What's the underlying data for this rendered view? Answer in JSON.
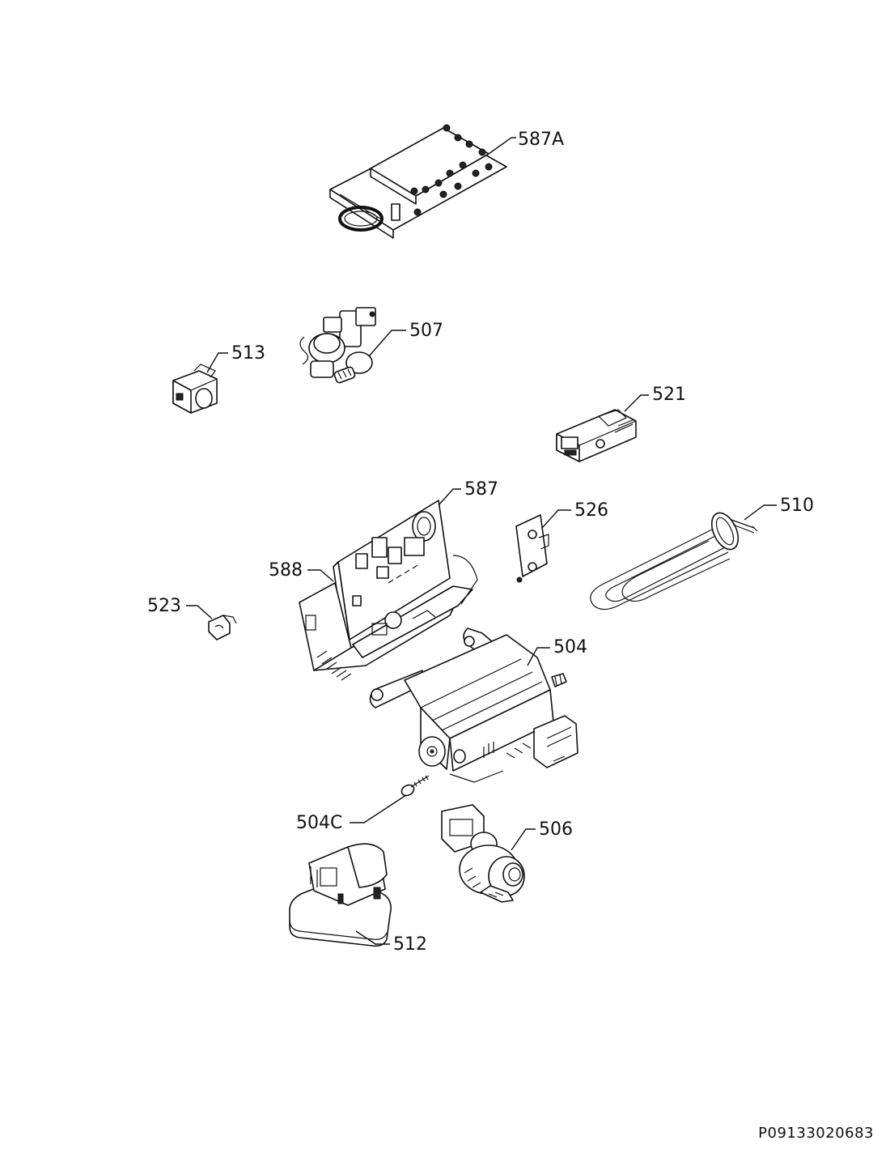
{
  "document_id": "P09133020683",
  "parts": [
    {
      "id": "587A",
      "label": "587A",
      "icon": "control-panel-board-icon"
    },
    {
      "id": "507",
      "label": "507",
      "icon": "inlet-valve-icon"
    },
    {
      "id": "513",
      "label": "513",
      "icon": "suppressor-icon"
    },
    {
      "id": "521",
      "label": "521",
      "icon": "door-lock-icon"
    },
    {
      "id": "587",
      "label": "587",
      "icon": "main-electronic-board-icon"
    },
    {
      "id": "526",
      "label": "526",
      "icon": "bracket-icon"
    },
    {
      "id": "510",
      "label": "510",
      "icon": "heating-element-icon"
    },
    {
      "id": "588",
      "label": "588",
      "icon": "board-housing-icon"
    },
    {
      "id": "523",
      "label": "523",
      "icon": "clip-icon"
    },
    {
      "id": "504",
      "label": "504",
      "icon": "motor-icon"
    },
    {
      "id": "504C",
      "label": "504C",
      "icon": "screw-icon"
    },
    {
      "id": "506",
      "label": "506",
      "icon": "drain-pump-icon"
    },
    {
      "id": "512",
      "label": "512",
      "icon": "filter-cover-icon"
    }
  ]
}
